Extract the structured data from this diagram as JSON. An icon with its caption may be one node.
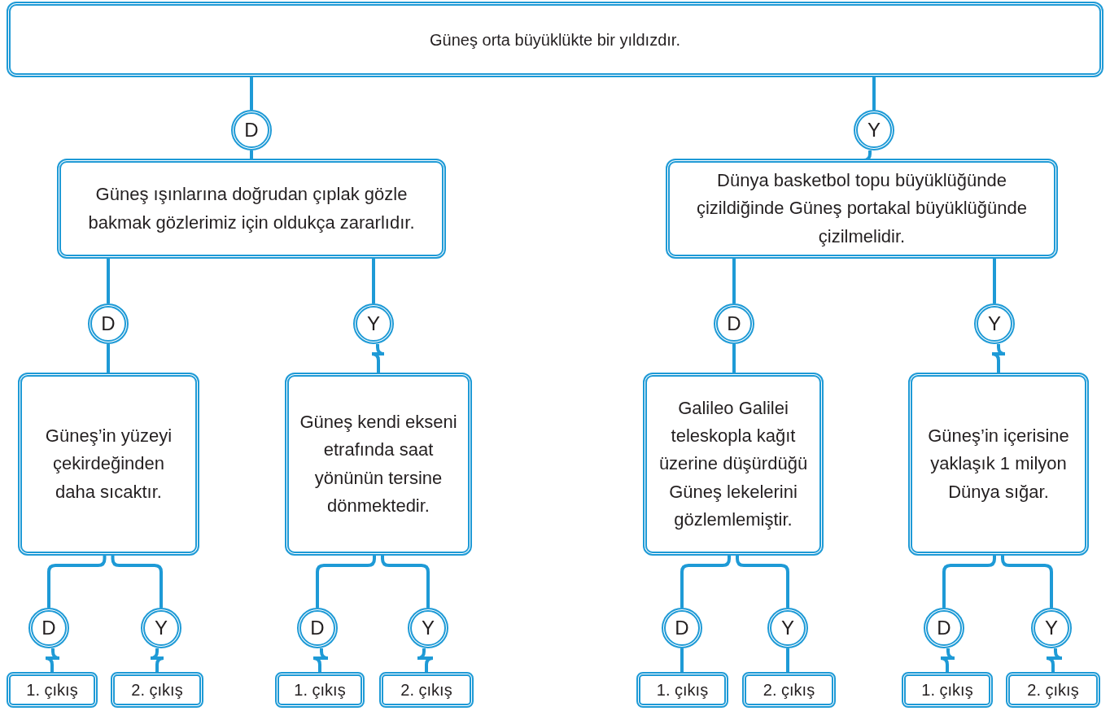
{
  "diagram": {
    "nodes": [
      {
        "text": [
          "Güneş orta büyüklükte bir yıldızdır."
        ]
      },
      {
        "text": [
          "D"
        ]
      },
      {
        "text": [
          "Y"
        ]
      },
      {
        "text": [
          "Güneş ışınlarına doğrudan çıplak gözle bakmak gözlerimiz için oldukça zararlıdır."
        ]
      },
      {
        "text": [
          "Dünya basketbol topu büyüklüğünde çizildiğinde Güneş portakal büyüklüğünde çizilmelidir."
        ]
      },
      {
        "text": [
          "D"
        ]
      },
      {
        "text": [
          "Y"
        ]
      },
      {
        "text": [
          "D"
        ]
      },
      {
        "text": [
          "Y"
        ]
      },
      {
        "text": [
          "Güneş’in yüzeyi çekirdeğinden daha sıcaktır."
        ]
      },
      {
        "text": [
          "Güneş kendi ekseni etrafında saat yönünün tersine dönmektedir."
        ]
      },
      {
        "text": [
          "Galileo Galilei teleskopla kağıt üzerine düşürdüğü Güneş lekelerini gözlemlemiştir."
        ]
      },
      {
        "text": [
          "Güneş’in içerisine yaklaşık 1 milyon Dünya sığar."
        ]
      },
      {
        "text": [
          "D"
        ]
      },
      {
        "text": [
          "Y"
        ]
      },
      {
        "text": [
          "D"
        ]
      },
      {
        "text": [
          "Y"
        ]
      },
      {
        "text": [
          "D"
        ]
      },
      {
        "text": [
          "Y"
        ]
      },
      {
        "text": [
          "D"
        ]
      },
      {
        "text": [
          "Y"
        ]
      },
      {
        "text": [
          "1. çıkış"
        ]
      },
      {
        "text": [
          "2. çıkış"
        ]
      },
      {
        "text": [
          "1. çıkış"
        ]
      },
      {
        "text": [
          "2. çıkış"
        ]
      },
      {
        "text": [
          "1. çıkış"
        ]
      },
      {
        "text": [
          "2. çıkış"
        ]
      },
      {
        "text": [
          "1. çıkış"
        ]
      },
      {
        "text": [
          "2. çıkış"
        ]
      }
    ],
    "edges": [
      {
        "from": 0,
        "to": 1,
        "arrow": "none"
      },
      {
        "from": 0,
        "to": 2,
        "arrow": "none"
      },
      {
        "from": 1,
        "to": 3,
        "arrow": "none"
      },
      {
        "from": 2,
        "to": 4,
        "arrow": "none"
      },
      {
        "from": 3,
        "to": 5,
        "arrow": "none"
      },
      {
        "from": 3,
        "to": 6,
        "arrow": "none"
      },
      {
        "from": 4,
        "to": 7,
        "arrow": "none"
      },
      {
        "from": 4,
        "to": 8,
        "arrow": "none"
      },
      {
        "from": 5,
        "to": 9,
        "arrow": "none"
      },
      {
        "from": 6,
        "to": 10,
        "arrow": "none"
      },
      {
        "from": 7,
        "to": 11,
        "arrow": "none"
      },
      {
        "from": 8,
        "to": 12,
        "arrow": "none"
      },
      {
        "from": 9,
        "to": 13,
        "arrow": "none"
      },
      {
        "from": 9,
        "to": 14,
        "arrow": "none"
      },
      {
        "from": 10,
        "to": 15,
        "arrow": "none"
      },
      {
        "from": 10,
        "to": 16,
        "arrow": "none"
      },
      {
        "from": 11,
        "to": 17,
        "arrow": "none"
      },
      {
        "from": 11,
        "to": 18,
        "arrow": "none"
      },
      {
        "from": 12,
        "to": 19,
        "arrow": "none"
      },
      {
        "from": 12,
        "to": 20,
        "arrow": "none"
      },
      {
        "from": 13,
        "to": 21,
        "arrow": "none"
      },
      {
        "from": 14,
        "to": 22,
        "arrow": "none"
      },
      {
        "from": 15,
        "to": 23,
        "arrow": "none"
      },
      {
        "from": 16,
        "to": 24,
        "arrow": "none"
      },
      {
        "from": 17,
        "to": 25,
        "arrow": "none"
      },
      {
        "from": 18,
        "to": 26,
        "arrow": "none"
      },
      {
        "from": 19,
        "to": 27,
        "arrow": "none"
      },
      {
        "from": 20,
        "to": 28,
        "arrow": "none"
      }
    ]
  }
}
